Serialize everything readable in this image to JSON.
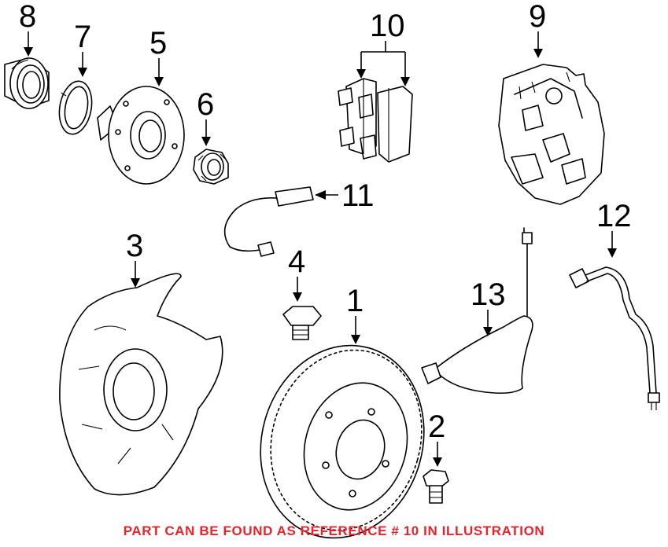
{
  "diagram": {
    "callouts": {
      "c1": "1",
      "c2": "2",
      "c3": "3",
      "c4": "4",
      "c5": "5",
      "c6": "6",
      "c7": "7",
      "c8": "8",
      "c9": "9",
      "c10": "10",
      "c11": "11",
      "c12": "12",
      "c13": "13"
    },
    "caption": "PART CAN BE FOUND AS REFERENCE # 10 IN ILLUSTRATION",
    "caption_color": "#e8232a"
  }
}
